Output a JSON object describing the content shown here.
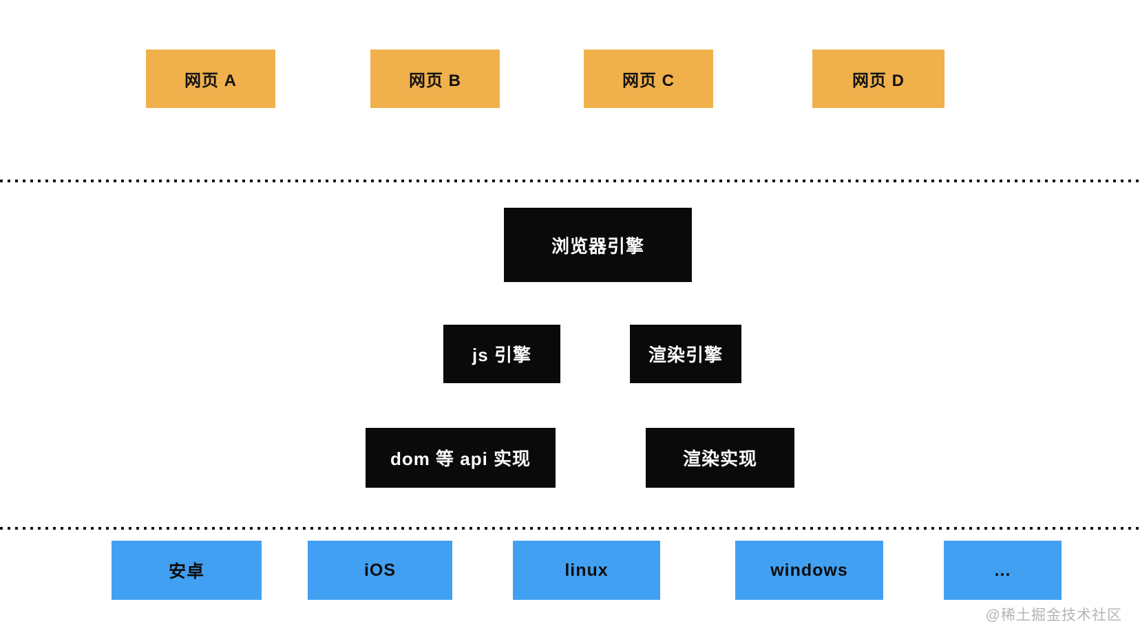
{
  "diagram": {
    "webpages": [
      {
        "label": "网页 A"
      },
      {
        "label": "网页 B"
      },
      {
        "label": "网页 C"
      },
      {
        "label": "网页 D"
      }
    ],
    "browser_engine": {
      "label": "浏览器引擎"
    },
    "engines": [
      {
        "label": "js 引擎"
      },
      {
        "label": "渲染引擎"
      }
    ],
    "implementations": [
      {
        "label": "dom 等 api 实现"
      },
      {
        "label": "渲染实现"
      }
    ],
    "platforms": [
      {
        "label": "安卓"
      },
      {
        "label": "iOS"
      },
      {
        "label": "linux"
      },
      {
        "label": "windows"
      },
      {
        "label": "..."
      }
    ],
    "watermark": "@稀土掘金技术社区"
  },
  "colors": {
    "webpage": "#F0B04C",
    "engine": "#0a0a0a",
    "platform": "#42A0F2",
    "divider": "#111111",
    "watermark": "#b4b4b4"
  }
}
